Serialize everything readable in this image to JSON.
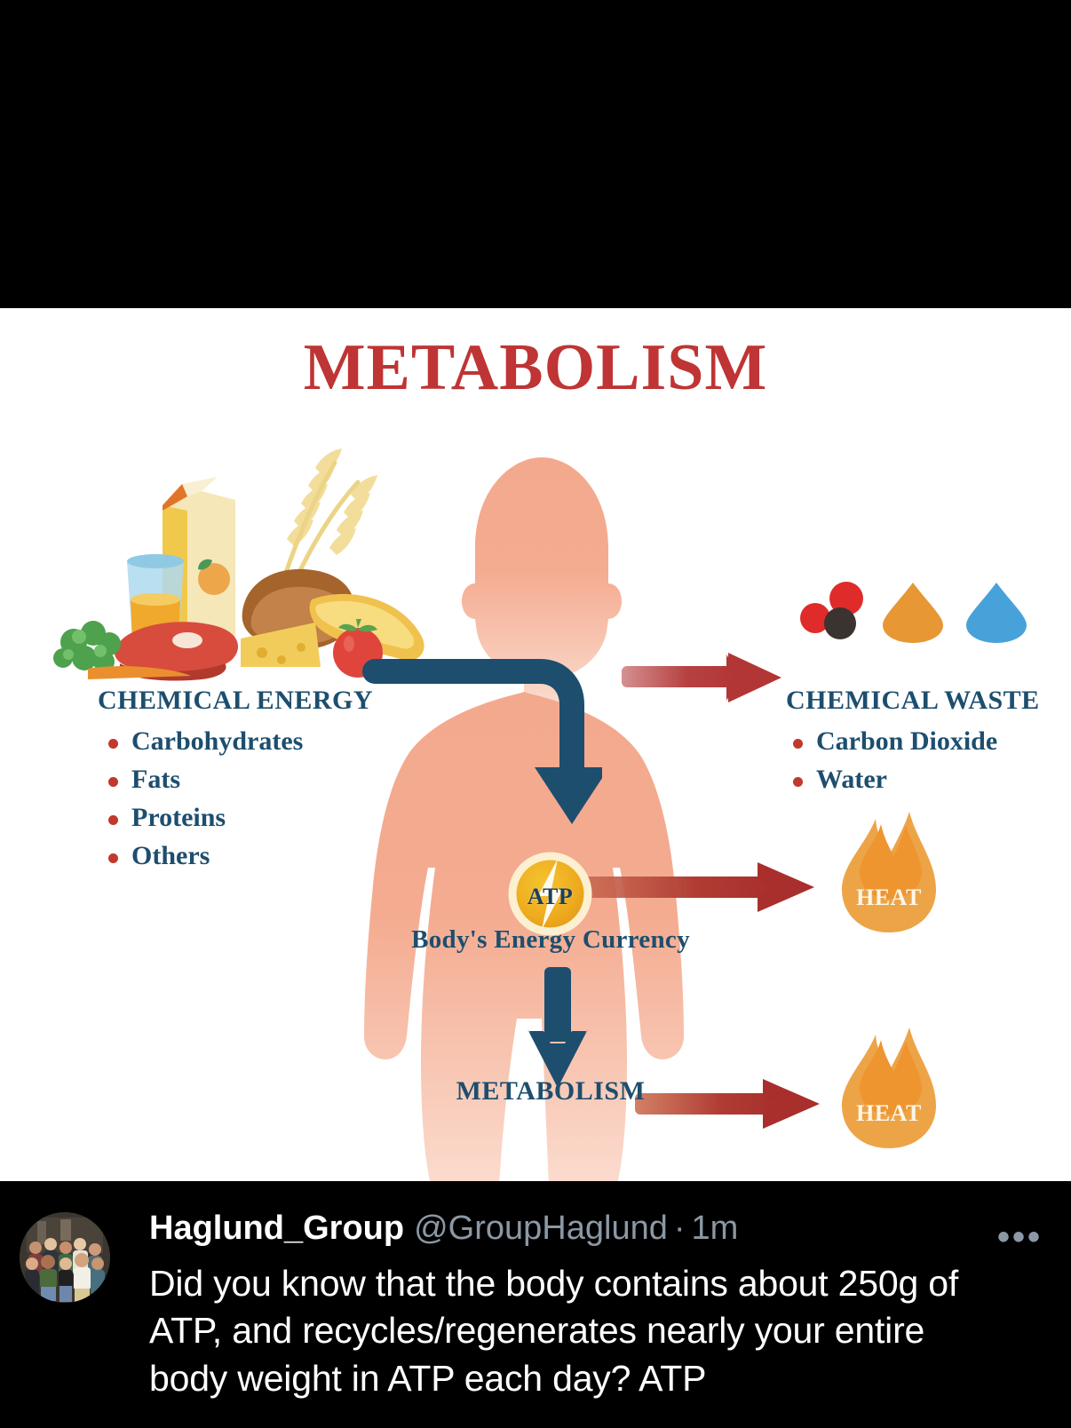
{
  "infographic": {
    "title": "METABOLISM",
    "left": {
      "heading": "CHEMICAL ENERGY",
      "items": [
        "Carbohydrates",
        "Fats",
        "Proteins",
        "Others"
      ]
    },
    "right": {
      "heading": "CHEMICAL WASTE",
      "items": [
        "Carbon Dioxide",
        "Water"
      ]
    },
    "center": {
      "atp_label": "ATP",
      "atp_caption": "Body's Energy Currency",
      "metabolism_label": "METABOLISM"
    },
    "heat": {
      "label_top": "HEAT",
      "label_bottom": "HEAT"
    },
    "icons": {
      "waste_co2": "carbon-dioxide-molecule-icon",
      "waste_drop_orange": "orange-droplet-icon",
      "waste_drop_blue": "water-droplet-icon",
      "flame": "flame-icon",
      "atp": "atp-lightning-icon",
      "food": "food-cluster-icon",
      "body": "human-body-silhouette-icon"
    },
    "colors": {
      "title_red": "#bf3434",
      "navy": "#1d4e6e",
      "bullet_red": "#c0392b",
      "arrow_navy": "#1d4e6e",
      "arrow_red": "#b23636",
      "skin": "#f0a285",
      "flame_orange": "#eda447",
      "atp_gold": "#eeb020",
      "background": "#ffffff"
    }
  },
  "tweet": {
    "display_name": "Haglund_Group",
    "handle": "@GroupHaglund",
    "separator": "·",
    "timestamp": "1m",
    "more_label": "•••",
    "text": "Did you know that the body contains about 250g of ATP, and recycles/regenerates nearly your entire body weight in ATP each day? ATP",
    "avatar_alt": "group-photo-avatar"
  }
}
